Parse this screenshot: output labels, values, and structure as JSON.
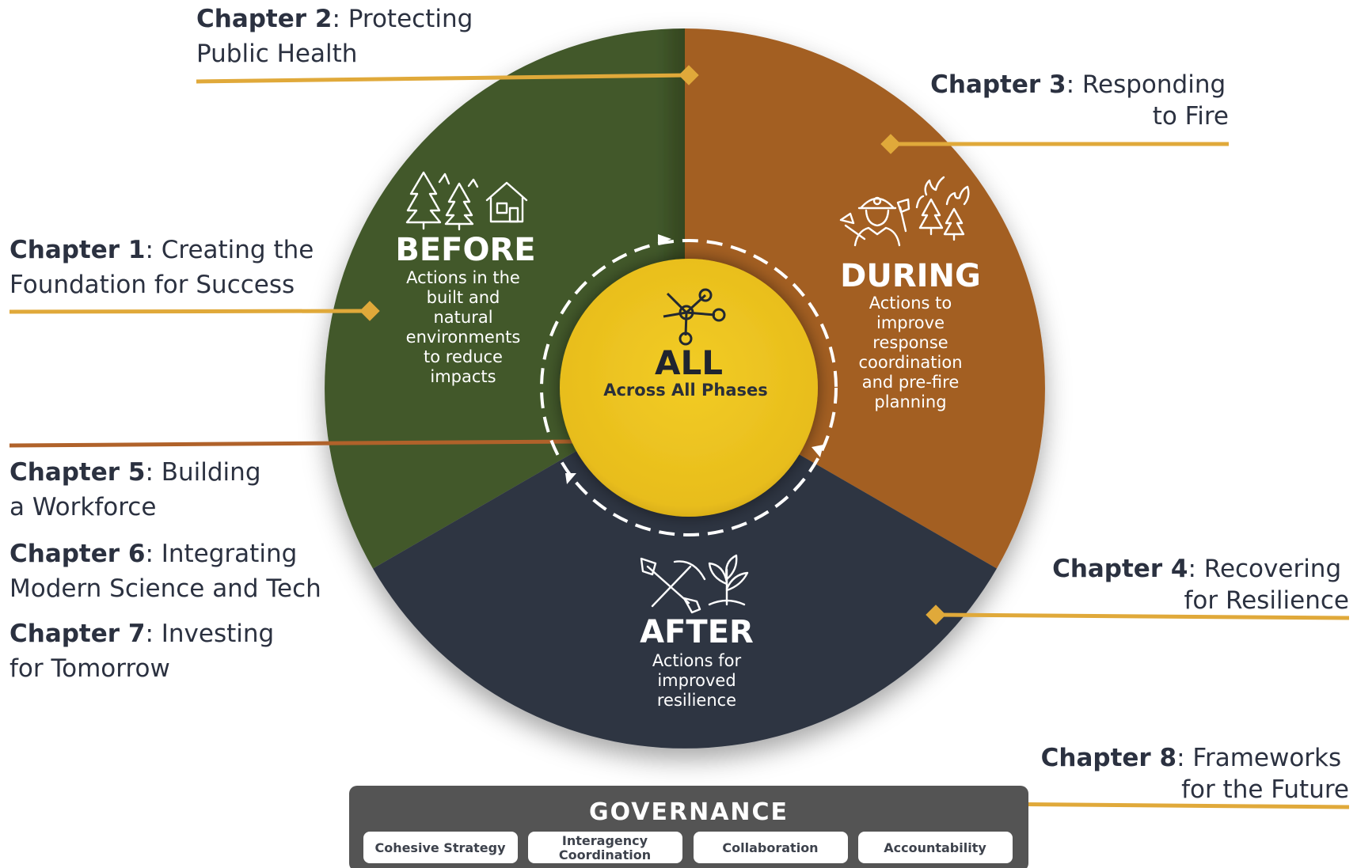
{
  "colors": {
    "before": "#42592c",
    "during": "#a35e24",
    "after": "#2e3542",
    "all": "#ebc21d",
    "connector_gold": "#e0a93a",
    "connector_brown": "#b0622a",
    "text_dark": "#2b3140",
    "governance_bg": "#545454"
  },
  "chapters": [
    {
      "id": "ch2",
      "bold": "Chapter 2",
      "line1": ": Protecting",
      "line2": "Public Health"
    },
    {
      "id": "ch3",
      "bold": "Chapter 3",
      "line1": ": Responding",
      "line2": "to Fire"
    },
    {
      "id": "ch1",
      "bold": "Chapter 1",
      "line1": ": Creating the",
      "line2": "Foundation for Success"
    },
    {
      "id": "ch5",
      "bold": "Chapter 5",
      "line1": ": Building",
      "line2": "a Workforce"
    },
    {
      "id": "ch6",
      "bold": "Chapter 6",
      "line1": ": Integrating",
      "line2": "Modern Science and Tech"
    },
    {
      "id": "ch7",
      "bold": "Chapter 7",
      "line1": ": Investing",
      "line2": "for Tomorrow"
    },
    {
      "id": "ch4",
      "bold": "Chapter 4",
      "line1": ": Recovering",
      "line2": "for Resilience"
    },
    {
      "id": "ch8",
      "bold": "Chapter 8",
      "line1": ": Frameworks",
      "line2": "for the Future"
    }
  ],
  "phases": {
    "before": {
      "title": "BEFORE",
      "desc": [
        "Actions in the",
        "built and",
        "natural",
        "environments",
        "to reduce",
        "impacts"
      ],
      "icon": "trees-and-house-icon"
    },
    "during": {
      "title": "DURING",
      "desc": [
        "Actions to",
        "improve",
        "response",
        "coordination",
        "and pre-fire",
        "planning"
      ],
      "icon": "firefighter-and-burning-trees-icon"
    },
    "after": {
      "title": "AFTER",
      "desc": [
        "Actions for",
        "improved",
        "resilience"
      ],
      "icon": "tools-and-seedling-icon"
    },
    "all": {
      "title": "ALL",
      "subtitle": "Across All Phases",
      "icon": "network-nodes-icon"
    }
  },
  "governance": {
    "title": "GOVERNANCE",
    "pills": [
      [
        "Cohesive Strategy"
      ],
      [
        "Interagency",
        "Coordination"
      ],
      [
        "Collaboration"
      ],
      [
        "Accountability"
      ]
    ]
  }
}
